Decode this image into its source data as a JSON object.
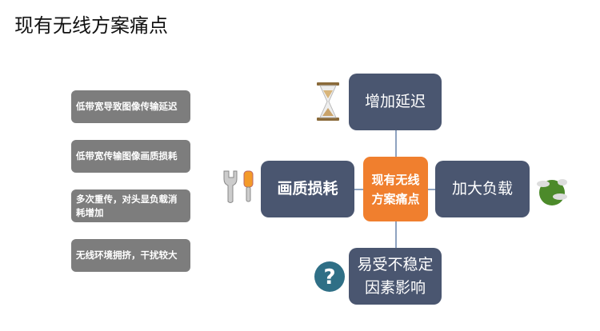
{
  "title": "现有无线方案痛点",
  "left_list": [
    "低带宽导致图像传输延迟",
    "低带宽传输图像画质损耗",
    "多次重传，对头显负载消耗增加",
    "无线环境拥挤，干扰较大"
  ],
  "center": "现有无线方案痛点",
  "nodes": {
    "top": "增加延迟",
    "left": "画质损耗",
    "right": "加大负载",
    "bottom": "易受不稳定因素影响"
  },
  "colors": {
    "node": "#4a5670",
    "center": "#f07f2e",
    "list": "#7d7d7d"
  }
}
